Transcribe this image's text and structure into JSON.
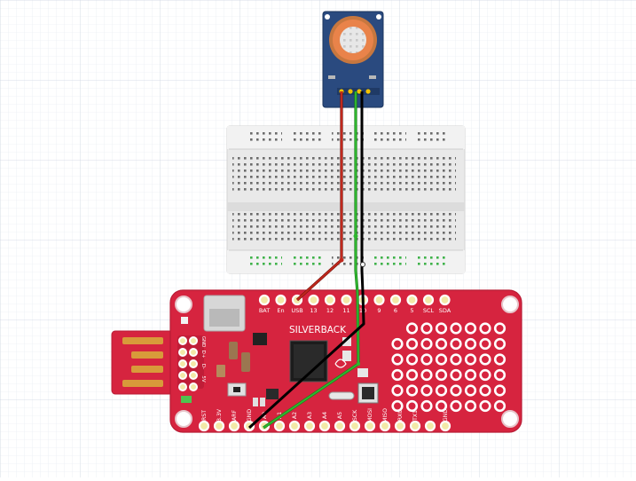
{
  "board": {
    "name": "SILVERBACK",
    "top_pins": [
      "BAT",
      "En",
      "USB",
      "13",
      "12",
      "11",
      "10",
      "9",
      "6",
      "5",
      "SCL",
      "SDA"
    ],
    "bottom_pins": [
      "RST",
      "3.3V",
      "ARF",
      "GND",
      "A0",
      "A1",
      "A2",
      "A3",
      "A4",
      "A5",
      "SCK",
      "MOSI",
      "MISO",
      "RX0",
      "TX1",
      "",
      "GND"
    ],
    "usb_pins": [
      "GND",
      "D+",
      "D-",
      "5V"
    ]
  },
  "colors": {
    "board_red": "#d6243f",
    "board_edge": "#b81c35",
    "wire_red": "#c0281d",
    "wire_black": "#1a1a1a",
    "wire_green": "#2eb52e",
    "sensor_blue": "#2a4a7f",
    "sensor_ring": "#e9834a",
    "usb_gold": "#d89a3a",
    "breadboard": "#ececec"
  },
  "components": [
    "gas-sensor-module",
    "half-breadboard",
    "silverback-board"
  ],
  "wires": [
    {
      "color": "red",
      "from": "sensor-vcc",
      "to": "USB"
    },
    {
      "color": "black",
      "from": "sensor-gnd",
      "to": "GND"
    },
    {
      "color": "green",
      "from": "sensor-aout",
      "to": "A0"
    }
  ]
}
